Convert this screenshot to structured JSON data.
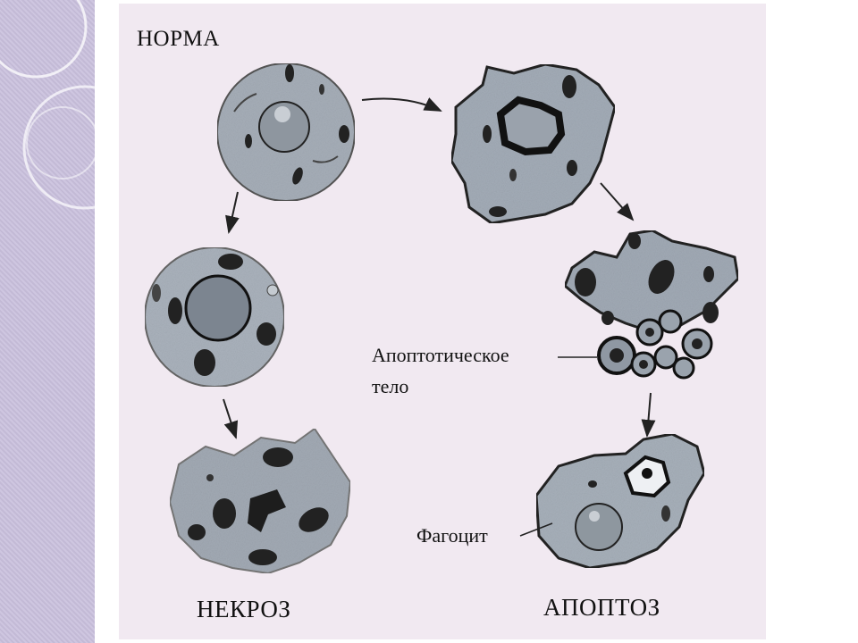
{
  "labels": {
    "norma": "НОРМА",
    "apoptotic_body_line1": "Апоптотическое",
    "apoptotic_body_line2": "тело",
    "phagocyte": "Фагоцит",
    "necrosis": "НЕКРОЗ",
    "apoptosis": "АПОПТОЗ"
  },
  "colors": {
    "sidebar": "#c9c0dd",
    "background": "#f1e9f1",
    "cell": "#a8b1bb",
    "outline": "#1a1a1a"
  }
}
